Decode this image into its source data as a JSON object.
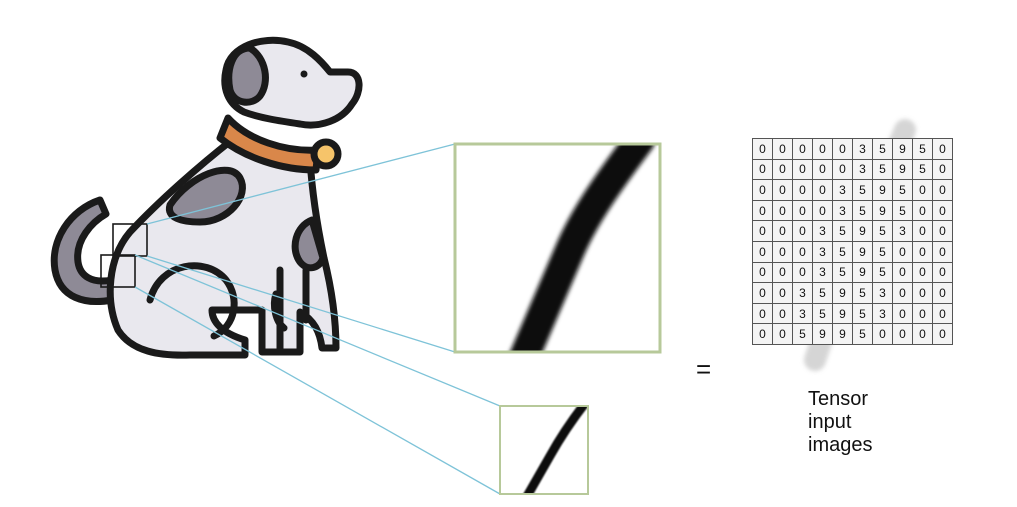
{
  "equals_sign": "=",
  "caption": {
    "line1": "Tensor",
    "line2": "input",
    "line3": "images"
  },
  "tensor_grid": [
    [
      "0",
      "0",
      "0",
      "0",
      "0",
      "3",
      "5",
      "9",
      "5",
      "0"
    ],
    [
      "0",
      "0",
      "0",
      "0",
      "0",
      "3",
      "5",
      "9",
      "5",
      "0"
    ],
    [
      "0",
      "0",
      "0",
      "0",
      "3",
      "5",
      "9",
      "5",
      "0",
      "0"
    ],
    [
      "0",
      "0",
      "0",
      "0",
      "3",
      "5",
      "9",
      "5",
      "0",
      "0"
    ],
    [
      "0",
      "0",
      "0",
      "3",
      "5",
      "9",
      "5",
      "3",
      "0",
      "0"
    ],
    [
      "0",
      "0",
      "0",
      "3",
      "5",
      "9",
      "5",
      "0",
      "0",
      "0"
    ],
    [
      "0",
      "0",
      "0",
      "3",
      "5",
      "9",
      "5",
      "0",
      "0",
      "0"
    ],
    [
      "0",
      "0",
      "3",
      "5",
      "9",
      "5",
      "3",
      "0",
      "0",
      "0"
    ],
    [
      "0",
      "0",
      "3",
      "5",
      "9",
      "5",
      "3",
      "0",
      "0",
      "0"
    ],
    [
      "0",
      "0",
      "5",
      "9",
      "9",
      "5",
      "0",
      "0",
      "0",
      "0"
    ]
  ],
  "colors": {
    "outline": "#1a1a1a",
    "body_fill": "#e9e8ee",
    "spot_fill": "#8e8a96",
    "collar": "#d9874a",
    "tag": "#f6c46a",
    "zoom_frame": "#b7c99a",
    "leader_lines": "#7ec3d8"
  }
}
